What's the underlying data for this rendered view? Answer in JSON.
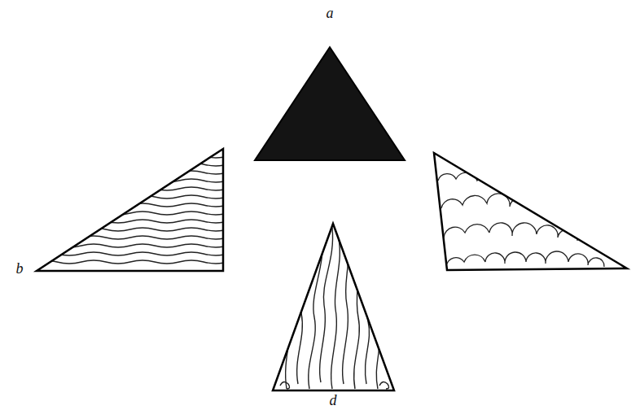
{
  "diagram": {
    "labels": [
      "a",
      "b",
      "d"
    ]
  }
}
